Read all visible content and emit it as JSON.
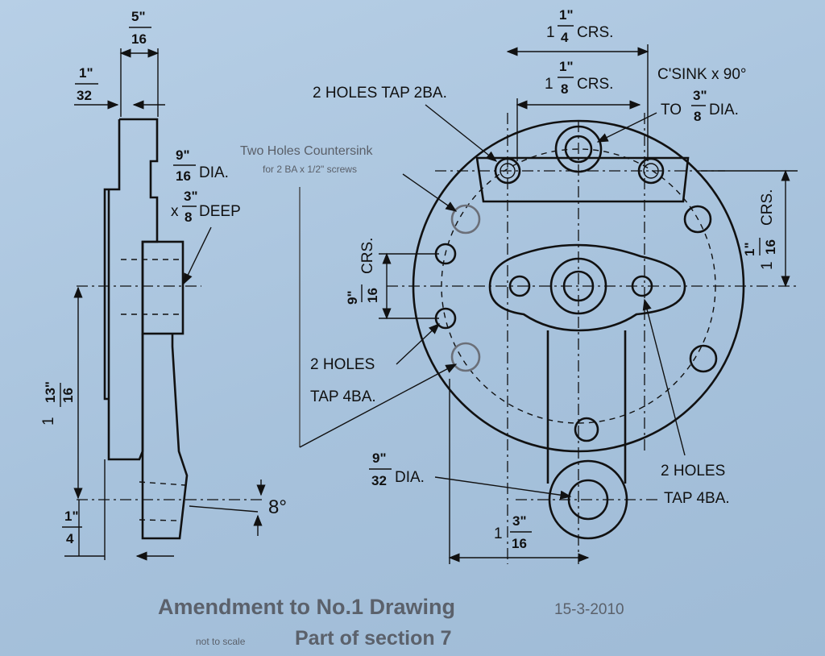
{
  "side_view": {
    "dim_top_width": "5\"",
    "dim_top_width_den": "16",
    "dim_step": "1\"",
    "dim_step_den": "32",
    "boss_dia_num": "9\"",
    "boss_dia_den": "16",
    "boss_dia_text": "DIA.",
    "boss_depth_prefix": "x",
    "boss_depth_num": "3\"",
    "boss_depth_den": "8",
    "boss_depth_text": "DEEP",
    "height_whole": "1",
    "height_num": "13\"",
    "height_den": "16",
    "foot_whole_num": "1\"",
    "foot_den": "4",
    "angle": "8°"
  },
  "front_view": {
    "crs_outer_whole": "1",
    "crs_outer_num": "1\"",
    "crs_outer_den": "4",
    "crs_outer_suffix": "CRS.",
    "crs_inner_whole": "1",
    "crs_inner_num": "1\"",
    "crs_inner_den": "8",
    "crs_inner_suffix": "CRS.",
    "csink_line1": "C'SINK x 90°",
    "csink_to": "TO",
    "csink_num": "3\"",
    "csink_den": "8",
    "csink_dia": "DIA.",
    "holes_tap_2ba": "2 HOLES TAP 2BA.",
    "countersink_note": "Two Holes Countersink",
    "countersink_sub": "for 2 BA x 1/2\" screws",
    "vert_crs_num": "9\"",
    "vert_crs_den": "16",
    "vert_crs_suffix": "CRS.",
    "right_crs_whole": "1",
    "right_crs_num": "1\"",
    "right_crs_den": "16",
    "right_crs_suffix": "CRS.",
    "holes_left_1": "2 HOLES",
    "holes_left_2": "TAP 4BA.",
    "holes_right_1": "2 HOLES",
    "holes_right_2": "TAP 4BA.",
    "bottom_dia_num": "9\"",
    "bottom_dia_den": "32",
    "bottom_dia_text": "DIA.",
    "bottom_dim_whole": "1",
    "bottom_dim_num": "3\"",
    "bottom_dim_den": "16"
  },
  "footer": {
    "title": "Amendment to No.1 Drawing",
    "date": "15-3-2010",
    "scale_note": "not to scale",
    "section": "Part of section 7"
  }
}
